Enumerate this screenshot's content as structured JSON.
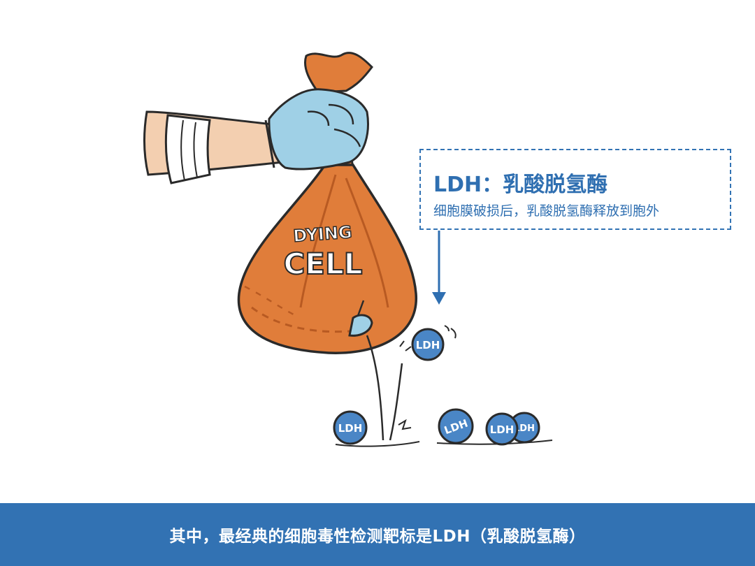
{
  "illustration": {
    "bag_text_line1": "DYING",
    "bag_text_line2": "CELL",
    "ldh_label": "LDH",
    "colors": {
      "bag": "#e07d3a",
      "bag_dark": "#b85a22",
      "glove": "#9fd0e6",
      "arm": "#f3cfb0",
      "sleeve": "#ffffff",
      "ldh_ball": "#4a86c6",
      "outline": "#2a2a2a"
    },
    "icons": [
      "hand-icon",
      "glove-icon",
      "bag-icon",
      "ldh-ball-icon",
      "arrow-down-icon"
    ]
  },
  "callout": {
    "title": "LDH：乳酸脱氢酶",
    "subtitle": "细胞膜破损后，乳酸脱氢酶释放到胞外",
    "color": "#2f6fb1"
  },
  "footer": {
    "text": "其中，最经典的细胞毒性检测靶标是LDH（乳酸脱氢酶）",
    "background": "#3272b3"
  }
}
